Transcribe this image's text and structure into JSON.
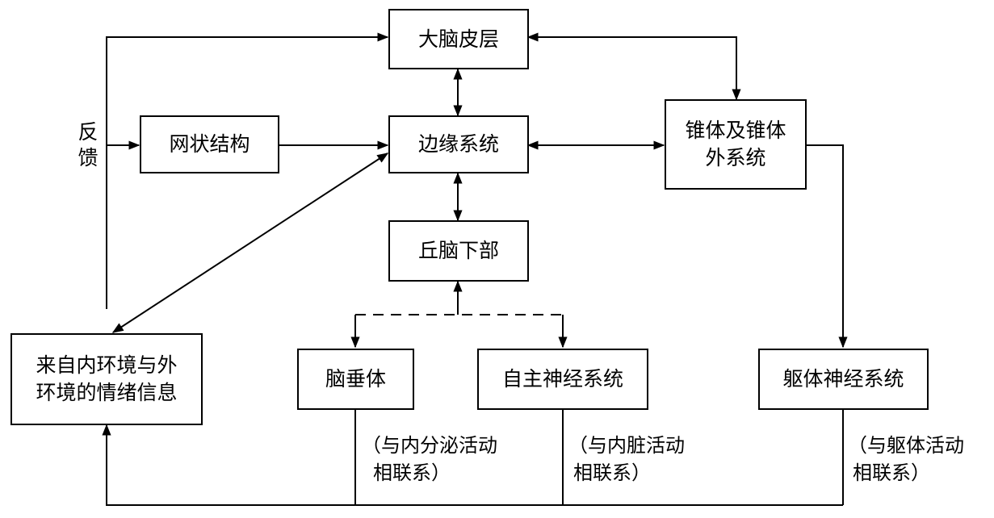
{
  "nodes": {
    "cortex": "大脑皮层",
    "limbic": "边缘系统",
    "reticular": "网状结构",
    "pyramidal_line1": "锥体及锥体",
    "pyramidal_line2": "外系统",
    "hypothalamus": "丘脑下部",
    "emotion_line1": "来自内环境与外",
    "emotion_line2": "环境的情绪信息",
    "pituitary": "脑垂体",
    "autonomic": "自主神经系统",
    "somatic": "躯体神经系统"
  },
  "labels": {
    "feedback_1": "反",
    "feedback_2": "馈"
  },
  "notes": {
    "endocrine_line1": "（与内分泌活动",
    "endocrine_line2": "相联系）",
    "visceral_line1": "（与内脏活动",
    "visceral_line2": "相联系）",
    "body_line1": "（与躯体活动",
    "body_line2": "相联系）"
  }
}
